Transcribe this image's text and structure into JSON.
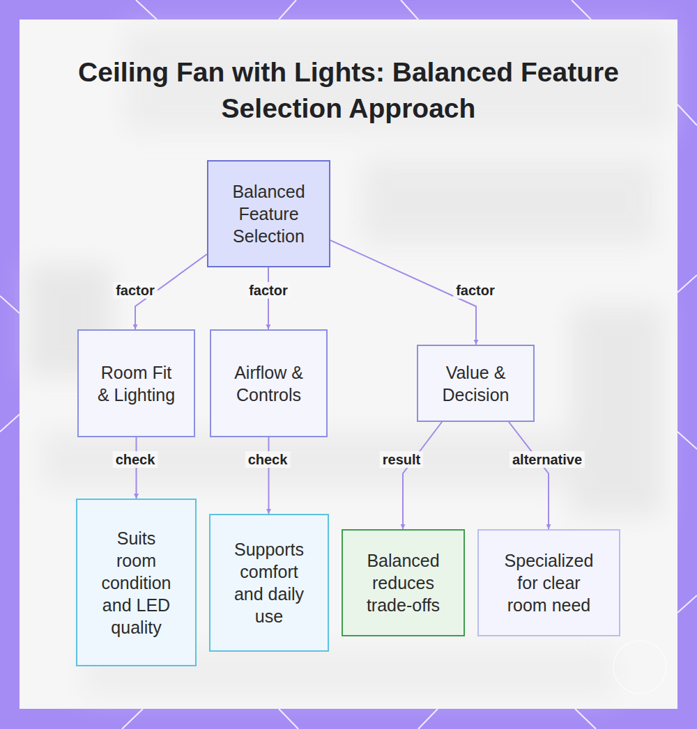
{
  "diagram": {
    "title": "Ceiling Fan with Lights: Balanced Feature Selection Approach",
    "nodes": [
      {
        "text": [
          "Balanced Feature Selection"
        ]
      },
      {
        "text": [
          "Room Fit & Lighting"
        ]
      },
      {
        "text": [
          "Airflow & Controls"
        ]
      },
      {
        "text": [
          "Value & Decision"
        ]
      },
      {
        "text": [
          "Suits room condition and LED quality"
        ]
      },
      {
        "text": [
          "Supports comfort and daily use"
        ]
      },
      {
        "text": [
          "Balanced reduces trade-offs"
        ]
      },
      {
        "text": [
          "Specialized for clear room need"
        ]
      }
    ],
    "edges": [
      {
        "from": 0,
        "to": 1,
        "label": "factor",
        "arrow": "to"
      },
      {
        "from": 0,
        "to": 2,
        "label": "factor",
        "arrow": "to"
      },
      {
        "from": 0,
        "to": 3,
        "label": "factor",
        "arrow": "to"
      },
      {
        "from": 1,
        "to": 4,
        "label": "check",
        "arrow": "to"
      },
      {
        "from": 2,
        "to": 5,
        "label": "check",
        "arrow": "to"
      },
      {
        "from": 3,
        "to": 6,
        "label": "result",
        "arrow": "to"
      },
      {
        "from": 3,
        "to": 7,
        "label": "alternative",
        "arrow": "to"
      }
    ]
  }
}
